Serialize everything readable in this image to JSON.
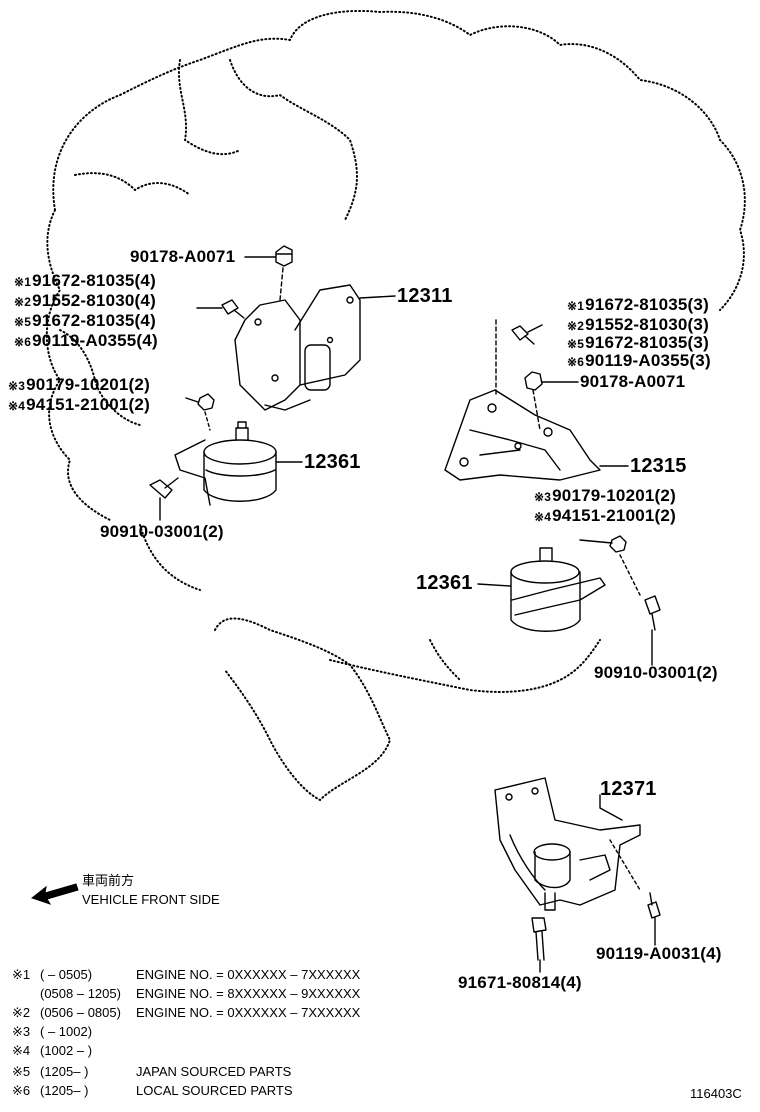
{
  "callouts": {
    "nut_top_left": "90178-A0071",
    "left_bolt_1": "91672-81035(4)",
    "left_bolt_2": "91552-81030(4)",
    "left_bolt_5": "91672-81035(4)",
    "left_bolt_6": "90119-A0355(4)",
    "left_bracket": "12311",
    "left_nut_3": "90179-10201(2)",
    "left_nut_4": "94151-21001(2)",
    "left_insulator": "12361",
    "left_stud": "90910-03001(2)",
    "right_bolt_1": "91672-81035(3)",
    "right_bolt_2": "91552-81030(3)",
    "right_bolt_5": "91672-81035(3)",
    "right_bolt_6": "90119-A0355(3)",
    "right_nut": "90178-A0071",
    "right_bracket": "12315",
    "right_nut_3": "90179-10201(2)",
    "right_nut_4": "94151-21001(2)",
    "right_insulator": "12361",
    "right_stud": "90910-03001(2)",
    "rear_bracket": "12371",
    "rear_bolt_a": "90119-A0031(4)",
    "rear_bolt_b": "91671-80814(4)"
  },
  "markers": {
    "m1": "※1",
    "m2": "※2",
    "m3": "※3",
    "m4": "※4",
    "m5": "※5",
    "m6": "※6"
  },
  "direction": {
    "jp": "車両前方",
    "en": "VEHICLE FRONT SIDE"
  },
  "footnotes": [
    {
      "mark": "※1",
      "range": "(      – 0505)",
      "text": "ENGINE NO. = 0XXXXXX – 7XXXXXX"
    },
    {
      "mark": "",
      "range": "(0508 – 1205)",
      "text": "ENGINE NO. = 8XXXXXX – 9XXXXXX"
    },
    {
      "mark": "※2",
      "range": "(0506 – 0805)",
      "text": "ENGINE NO. = 0XXXXXX – 7XXXXXX"
    },
    {
      "mark": "※3",
      "range": "(      – 1002)",
      "text": ""
    },
    {
      "mark": "※4",
      "range": "(1002 –      )",
      "text": ""
    },
    {
      "mark": "※5",
      "range": "(1205–      )",
      "text": "JAPAN SOURCED PARTS"
    },
    {
      "mark": "※6",
      "range": "(1205–      )",
      "text": "LOCAL SOURCED PARTS"
    }
  ],
  "figure_id": "116403C",
  "colors": {
    "ink": "#000000",
    "paper": "#ffffff"
  }
}
